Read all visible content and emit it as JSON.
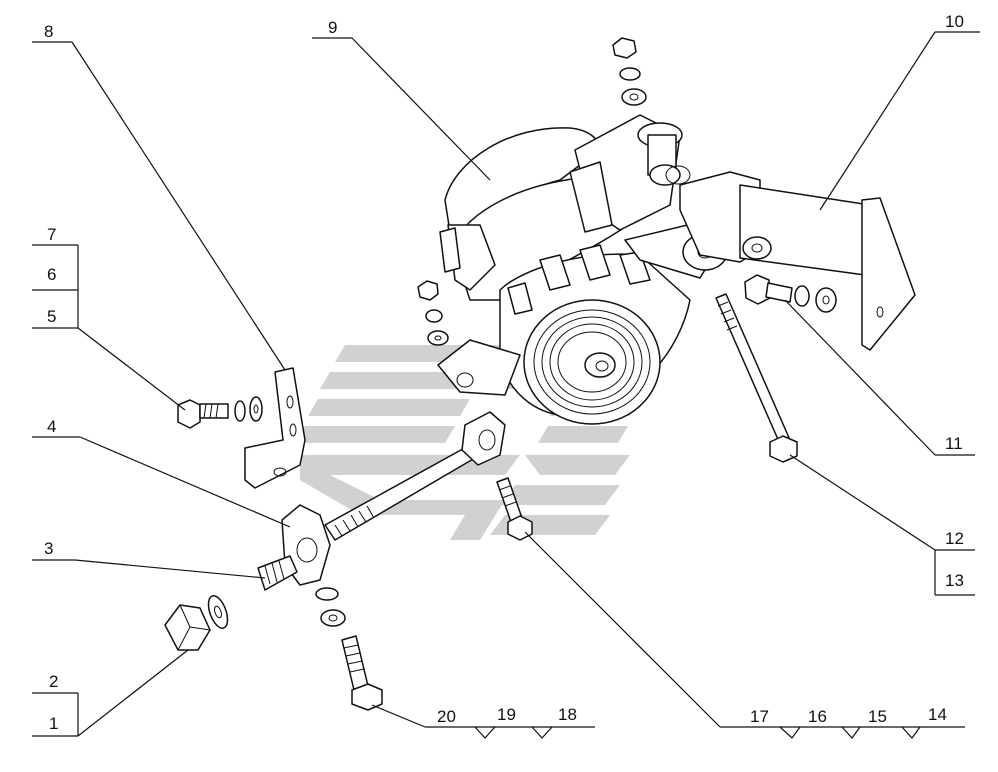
{
  "callouts": [
    {
      "id": "c1",
      "text": "1"
    },
    {
      "id": "c2",
      "text": "2"
    },
    {
      "id": "c3",
      "text": "3"
    },
    {
      "id": "c4",
      "text": "4"
    },
    {
      "id": "c5",
      "text": "5"
    },
    {
      "id": "c6",
      "text": "6"
    },
    {
      "id": "c7",
      "text": "7"
    },
    {
      "id": "c8",
      "text": "8"
    },
    {
      "id": "c9",
      "text": "9"
    },
    {
      "id": "c10",
      "text": "10"
    },
    {
      "id": "c11",
      "text": "11"
    },
    {
      "id": "c12",
      "text": "12"
    },
    {
      "id": "c13",
      "text": "13"
    },
    {
      "id": "c14",
      "text": "14"
    },
    {
      "id": "c15",
      "text": "15"
    },
    {
      "id": "c16",
      "text": "16"
    },
    {
      "id": "c17",
      "text": "17"
    },
    {
      "id": "c18",
      "text": "18"
    },
    {
      "id": "c19",
      "text": "19"
    },
    {
      "id": "c20",
      "text": "20"
    }
  ],
  "colors": {
    "line": "#111111",
    "watermark": "#c9c9c9",
    "background": "#ffffff"
  },
  "watermark": {
    "kind": "logo",
    "icon": "company-logo-watermark"
  }
}
